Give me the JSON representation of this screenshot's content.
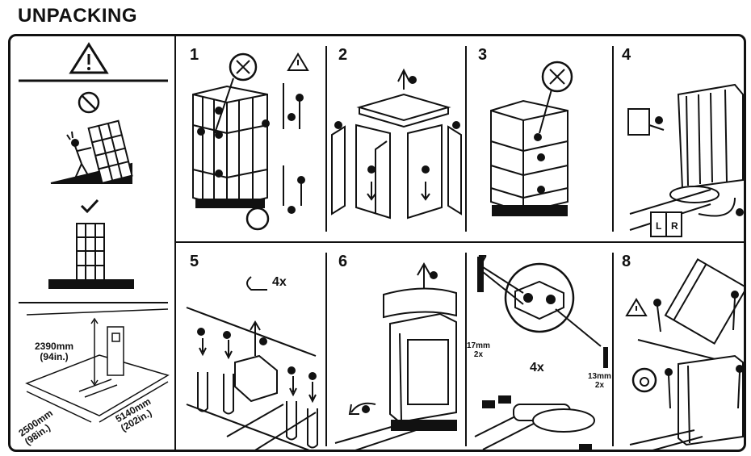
{
  "title": "UNPACKING",
  "left_panel": {
    "height_label": "2390mm\n(94in.)",
    "width_label": "2500mm\n(98in.)",
    "length_label": "5140mm\n(202in.)"
  },
  "steps": [
    {
      "number": "1"
    },
    {
      "number": "2"
    },
    {
      "number": "3"
    },
    {
      "number": "4"
    },
    {
      "number": "5"
    },
    {
      "number": "6"
    },
    {
      "number": "7"
    },
    {
      "number": "8"
    }
  ],
  "step4": {
    "tag_left": "L",
    "tag_right": "R"
  },
  "step5": {
    "count": "4x"
  },
  "step7": {
    "count": "4x",
    "wrench_left": "17mm\n2x",
    "wrench_right": "13mm\n2x"
  }
}
